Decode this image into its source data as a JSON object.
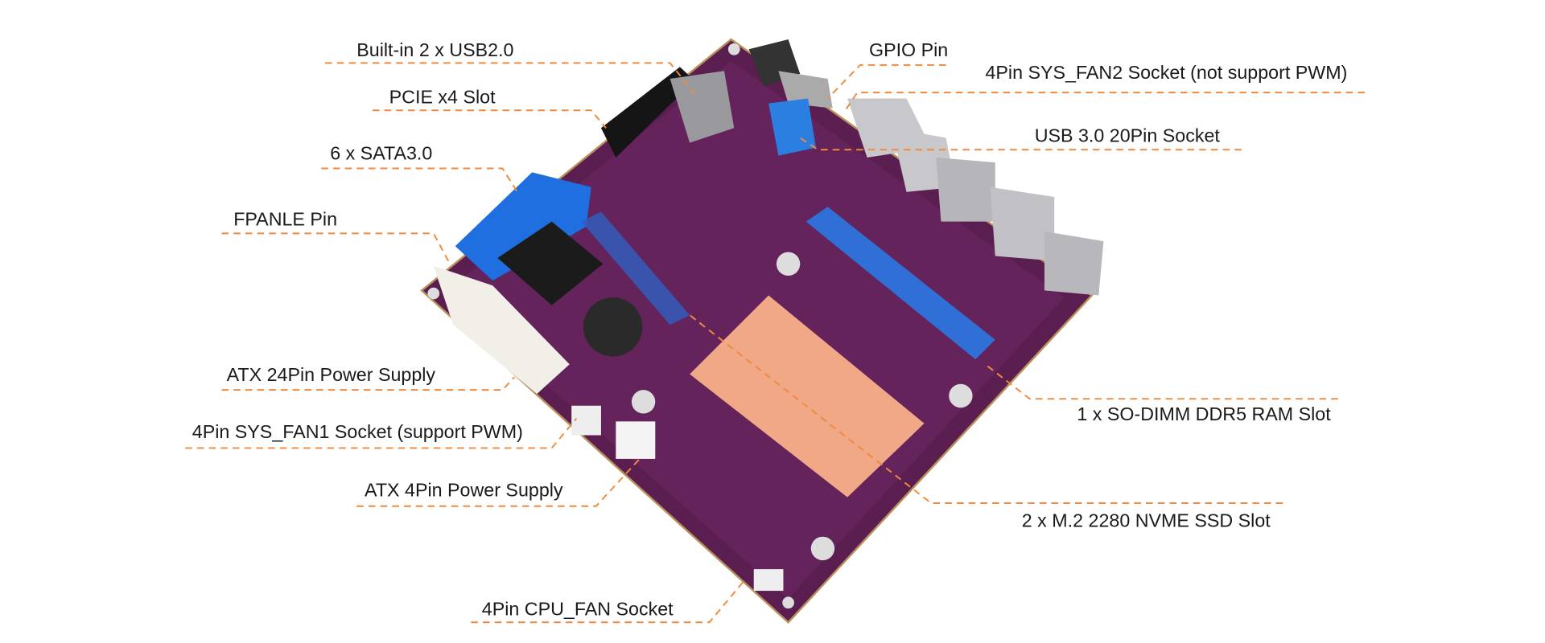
{
  "colors": {
    "leader": "#f08a3c",
    "board": "#5b1e50",
    "copper": "#f0a886",
    "dimm": "#2f6fd6",
    "sata": "#1f6fe0",
    "text": "#1a1a1a"
  },
  "labels": {
    "usb2": "Built-in 2 x USB2.0",
    "pcie": "PCIE x4 Slot",
    "sata": "6 x SATA3.0",
    "fpanel": "FPANLE Pin",
    "atx24": "ATX 24Pin Power Supply",
    "sysfan1": "4Pin SYS_FAN1 Socket (support PWM)",
    "atx4": "ATX 4Pin Power Supply",
    "cpufan": "4Pin CPU_FAN Socket",
    "gpio": "GPIO Pin",
    "sysfan2": "4Pin SYS_FAN2 Socket (not support PWM)",
    "usb3": "USB 3.0 20Pin Socket",
    "sodimm": "1 x SO-DIMM DDR5 RAM Slot",
    "m2": "2 x M.2 2280 NVME SSD Slot"
  }
}
